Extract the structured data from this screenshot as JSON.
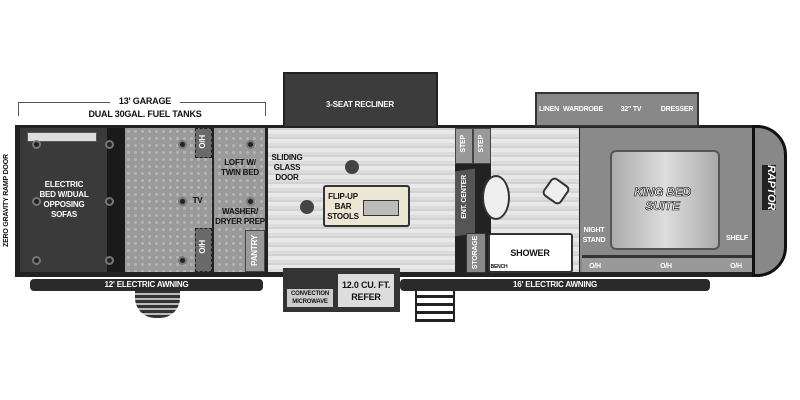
{
  "garage": {
    "size_label": "13' GARAGE",
    "tanks_label": "DUAL 30GAL. FUEL TANKS",
    "ramp_door": "ZERO GRAVITY RAMP DOOR",
    "bed": "ELECTRIC BED W/DUAL OPPOSING SOFAS",
    "tv": "TV",
    "oh_top": "O/H",
    "oh_bottom": "O/H",
    "loft": "LOFT W/ TWIN BED",
    "washer": "WASHER/ DRYER PREP",
    "pantry": "PANTRY",
    "awning": "12' ELECTRIC AWNING"
  },
  "living": {
    "recliner": "3-SEAT RECLINER",
    "door": "SLIDING GLASS DOOR",
    "stools": "FLIP-UP BAR STOOLS",
    "microwave": "CONVECTION MICROWAVE",
    "refer": "12.0 CU. FT. REFER",
    "ent_center": "ENT. CENTER",
    "step1": "STEP",
    "step2": "STEP"
  },
  "bath": {
    "storage": "STORAGE",
    "shower": "SHOWER",
    "bench": "BENCH",
    "awning": "16' ELECTRIC AWNING"
  },
  "bedroom": {
    "linen": "LINEN",
    "wardrobe": "WARDROBE",
    "tv": "32\" TV",
    "dresser": "DRESSER",
    "bed": "KING BED SUITE",
    "nightstand": "NIGHT STAND",
    "shelf": "SHELF",
    "oh1": "O/H",
    "oh2": "O/H",
    "oh3": "O/H"
  },
  "brand": "RAPTOR"
}
